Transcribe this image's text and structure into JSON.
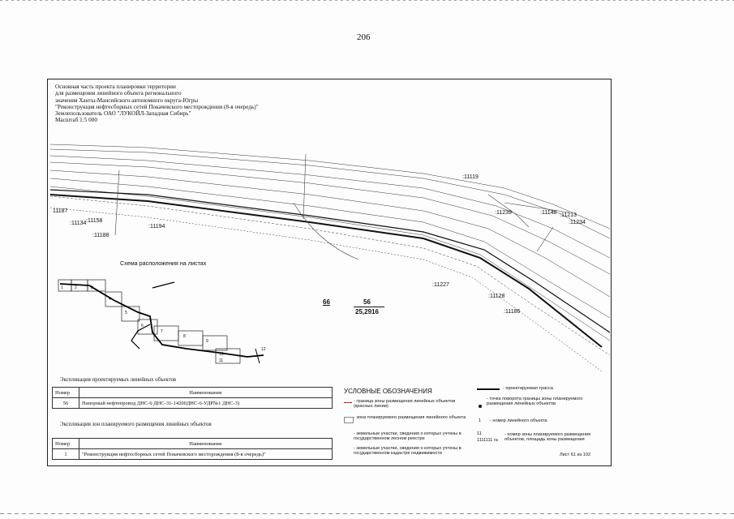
{
  "page_number": "206",
  "header_lines": [
    "Основная часть проекта планировки территории",
    "для размещения линейного объекта регионального",
    "значения Ханты-Мансийского автономного округа-Югры",
    "\"Реконструкция нефтесборных сетей Покачевского месторождения (8-я очередь)\"",
    "Землепользователь ОАО \"ЛУКОЙЛ-Западная Сибирь\"",
    "Масштаб 1:5 000"
  ],
  "parcel_labels": [
    ":11119",
    ":11239",
    ":11148",
    ":11213",
    ":11234",
    "11187",
    ":11134",
    ":11158",
    ":11188",
    ":11194",
    ":11227",
    ":11128",
    ":11186"
  ],
  "scheme_title": "Схема расположения на листах",
  "scheme_sheet_numbers": [
    "1",
    "2",
    "3",
    "4",
    "5",
    "6",
    "7",
    "8",
    "9",
    "10",
    "11",
    "12"
  ],
  "zone_numbers": {
    "left": "66",
    "right": "56",
    "area": "25,2916"
  },
  "table1": {
    "title": "Экспликация проектируемых линейных объектов",
    "headers": [
      "Номер",
      "Наименование"
    ],
    "rows": [
      [
        "56",
        "Напорный нефтепровод ДНС-6 ДНС-31-14200ДНС-6-УДР№1 ДНС-3)"
      ]
    ]
  },
  "table2": {
    "title": "Экспликация зон планируемого размещения линейных объектов",
    "headers": [
      "Номер",
      "Наименование"
    ],
    "rows": [
      [
        "1",
        "\"Реконструкция нефтесборных сетей Покачевского месторождения (8-я очередь)\""
      ]
    ]
  },
  "legend": {
    "title": "УСЛОВНЫЕ ОБОЗНАЧЕНИЯ",
    "items": [
      "- граница зоны размещения линейных объектов (красные линии)",
      "- зона планируемого размещения линейного объекта",
      "- земельные участки, сведения о которых учтены в государственном лесном реестре",
      "- земельные участки, сведения о которых учтены в государственном кадастре недвижимости"
    ],
    "right_items": [
      "- проектируемая трасса",
      "- точка поворота границы зоны планируемого размещения линейных объектов",
      "- номер линейного объекта",
      "- номер зоны планируемого размещения объектов, площадь зоны размещения"
    ],
    "right_symbols": {
      "object_number": "1",
      "zone_sample": "11",
      "zone_sample_area": "1111111 га"
    }
  },
  "sheet_note": "Лист 61 из 102",
  "colors": {
    "ink": "#111111",
    "paper": "#fdfdfd"
  }
}
